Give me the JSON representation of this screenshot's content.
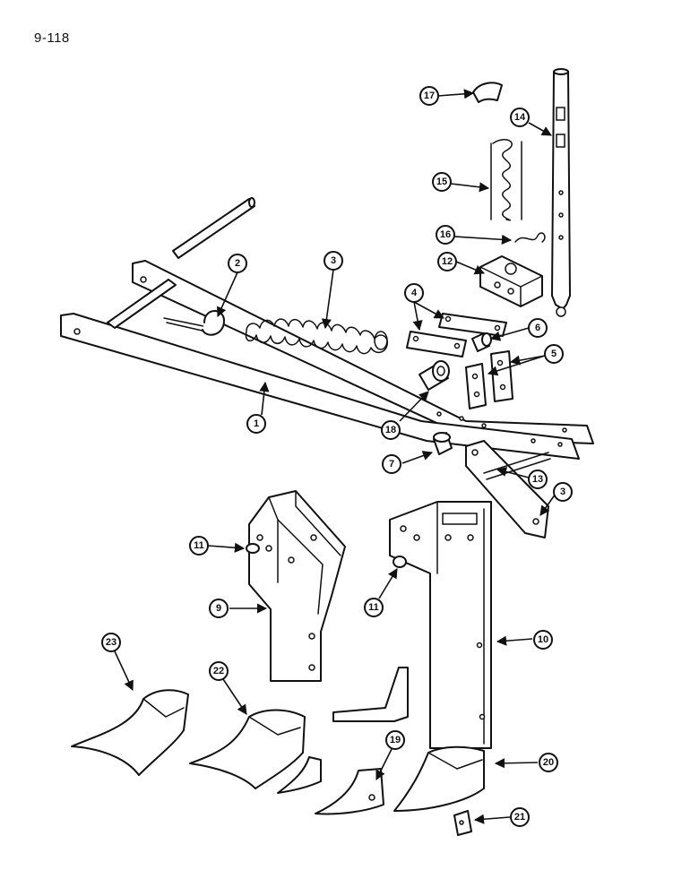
{
  "page": {
    "number": "9-118"
  },
  "callouts": {
    "c1": "1",
    "c2": "2",
    "c3a": "3",
    "c3b": "3",
    "c4": "4",
    "c5": "5",
    "c6": "6",
    "c7": "7",
    "c9": "9",
    "c10": "10",
    "c11a": "11",
    "c11b": "11",
    "c12": "12",
    "c13": "13",
    "c14": "14",
    "c15": "15",
    "c16": "16",
    "c17": "17",
    "c18": "18",
    "c19": "19",
    "c20": "20",
    "c21": "21",
    "c22": "22",
    "c23": "23"
  }
}
